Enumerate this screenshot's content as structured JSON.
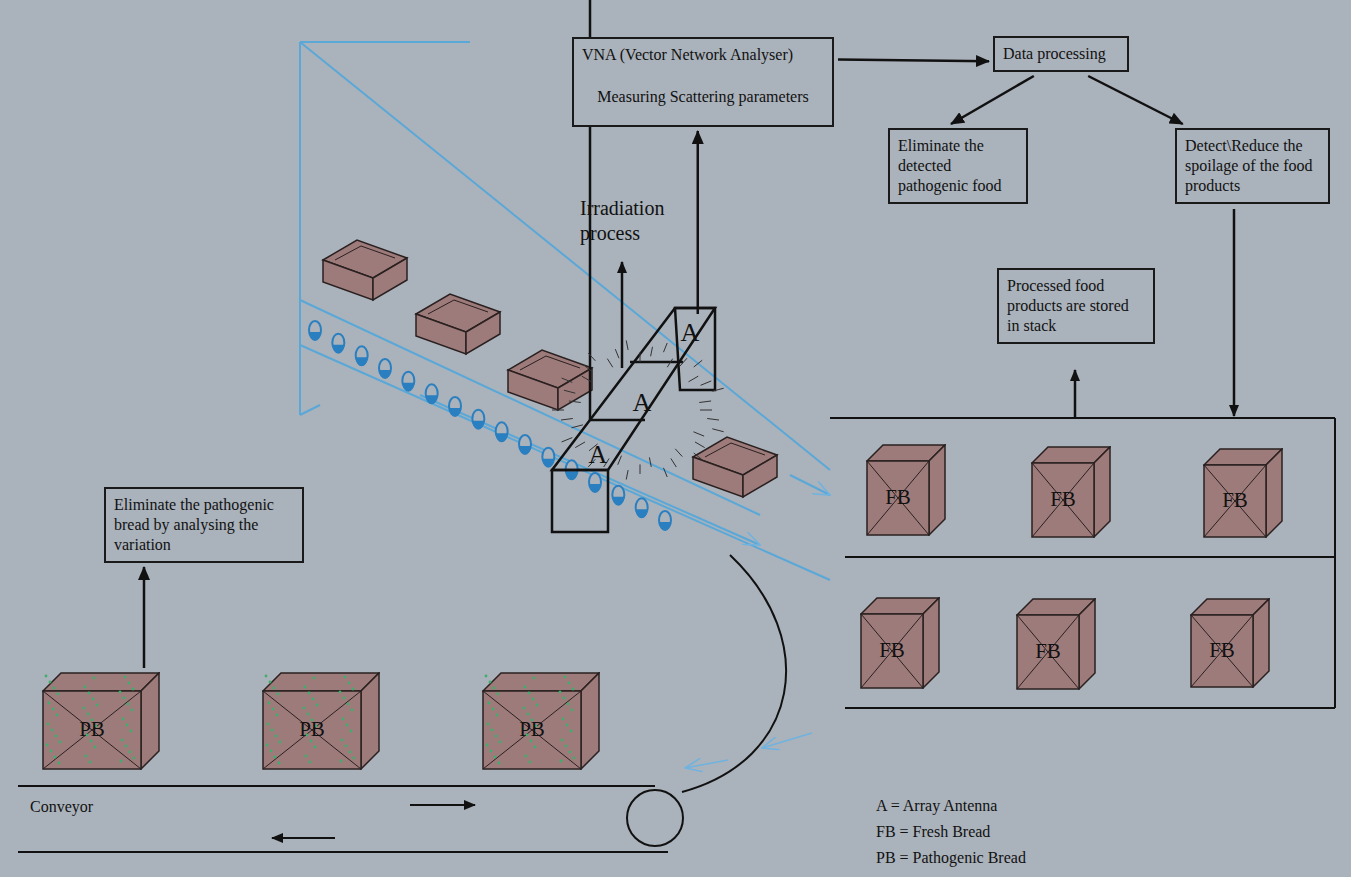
{
  "diagram": {
    "nodes": [
      {
        "text": [
          "VNA (Vector Network Analyser)",
          "Measuring Scattering parameters"
        ]
      },
      {
        "text": [
          "Data processing"
        ]
      },
      {
        "text": [
          "Eliminate the detected pathogenic food"
        ]
      },
      {
        "text": [
          "Detect\\Reduce the spoilage of the food products"
        ]
      },
      {
        "text": [
          "Processed food products are stored in stack"
        ]
      },
      {
        "text": [
          "A"
        ]
      },
      {
        "text": [
          "A"
        ]
      },
      {
        "text": [
          "A"
        ]
      },
      {
        "text": [
          "Eliminate the pathogenic bread by analysing the variation"
        ]
      },
      {
        "text": [
          "FB"
        ]
      },
      {
        "text": [
          "FB"
        ]
      },
      {
        "text": [
          "FB"
        ]
      },
      {
        "text": [
          "FB"
        ]
      },
      {
        "text": [
          "FB"
        ]
      },
      {
        "text": [
          "FB"
        ]
      },
      {
        "text": [
          "PB"
        ]
      },
      {
        "text": [
          "PB"
        ]
      },
      {
        "text": [
          "PB"
        ]
      }
    ],
    "edges": [
      {
        "from": 0,
        "to": 1,
        "arrow": "to"
      },
      {
        "from": 1,
        "to": 2,
        "arrow": "to"
      },
      {
        "from": 1,
        "to": 3,
        "arrow": "to"
      },
      {
        "from": 5,
        "to": 0,
        "arrow": "to"
      },
      {
        "from": 15,
        "to": 8,
        "arrow": "to"
      }
    ],
    "labels": [
      "Irradiation process",
      "Conveyor",
      "A = Array Antenna",
      "FB = Fresh Bread",
      "PB = Pathogenic Bread"
    ]
  }
}
